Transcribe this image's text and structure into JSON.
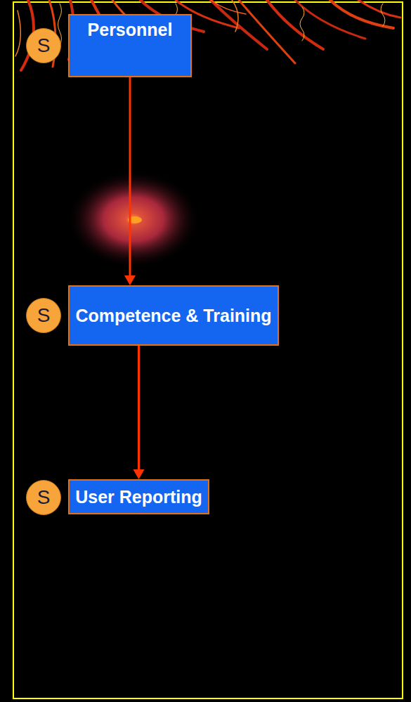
{
  "diagram": {
    "nodes": [
      {
        "text": [
          "S"
        ]
      },
      {
        "text": [
          "Personnel"
        ]
      },
      {
        "text": [
          "S"
        ]
      },
      {
        "text": [
          "Competence & Training"
        ]
      },
      {
        "text": [
          "S"
        ]
      },
      {
        "text": [
          "User Reporting"
        ]
      }
    ],
    "edges": [
      {
        "from": 1,
        "to": 3,
        "arrow": "to"
      },
      {
        "from": 3,
        "to": 5,
        "arrow": "to"
      }
    ]
  }
}
